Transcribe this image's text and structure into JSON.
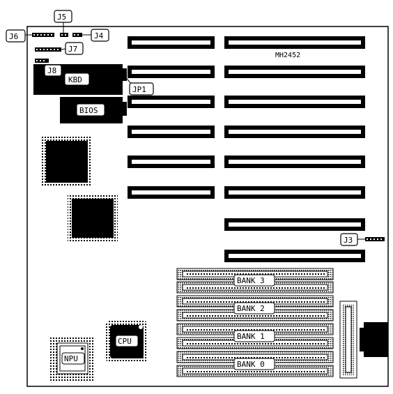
{
  "board": {
    "model": "MH2452",
    "colors": {
      "ink": "#000000",
      "paper": "#ffffff"
    }
  },
  "labels": {
    "J4": "J4",
    "J5": "J5",
    "J6": "J6",
    "J7": "J7",
    "J8": "J8",
    "JP1": "JP1",
    "J3": "J3",
    "KBD": "KBD",
    "BIOS": "BIOS",
    "CPU": "CPU",
    "NPU": "NPU"
  },
  "banks": [
    "BANK 3",
    "BANK 2",
    "BANK 1",
    "BANK 0"
  ]
}
